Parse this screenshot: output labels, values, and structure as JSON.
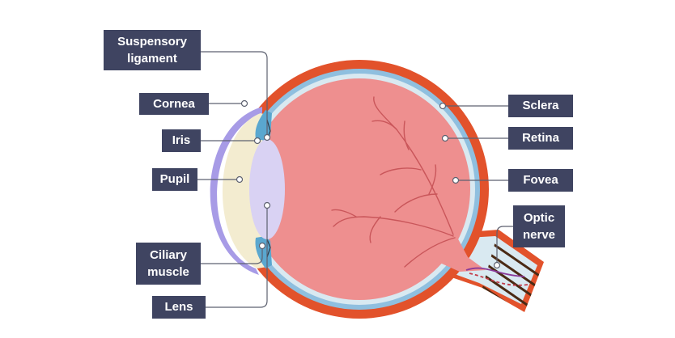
{
  "labels": {
    "suspensory_ligament": "Suspensory\nligament",
    "cornea": "Cornea",
    "iris": "Iris",
    "pupil": "Pupil",
    "ciliary_muscle": "Ciliary\nmuscle",
    "lens": "Lens",
    "sclera": "Sclera",
    "retina": "Retina",
    "fovea": "Fovea",
    "optic_nerve": "Optic\nnerve"
  },
  "colors": {
    "label_bg": "#3f4461",
    "label_text": "#ffffff",
    "sclera": "#e2522b",
    "retina": "#8fbfdf",
    "choroid": "#d9e9f1",
    "vitreous": "#ee8f8f",
    "blood_vessels": "#c9565a",
    "cornea": "#a79be6",
    "aqueous_humor": "#f3ecd0",
    "lens": "#d9d2f3",
    "iris": "#5aa7cf",
    "leader_lines": "#5d6170",
    "nerve_fibers": "#4a2a14"
  }
}
